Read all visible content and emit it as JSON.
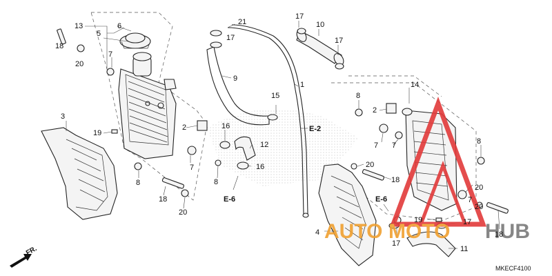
{
  "callouts": {
    "c1": "1",
    "c2a": "2",
    "c2b": "2",
    "c3": "3",
    "c4": "4",
    "c5": "5",
    "c6": "6",
    "c7a": "7",
    "c7b": "7",
    "c7c": "7",
    "c7d": "7",
    "c7e": "7",
    "c8a": "8",
    "c8b": "8",
    "c8c": "8",
    "c8d": "8",
    "c9": "9",
    "c10": "10",
    "c11": "11",
    "c12": "12",
    "c13": "13",
    "c14": "14",
    "c15": "15",
    "c16a": "16",
    "c16b": "16",
    "c17a": "17",
    "c17b": "17",
    "c17c": "17",
    "c17d": "17",
    "c17e": "17",
    "c18a": "18",
    "c18b": "18",
    "c18c": "18",
    "c18d": "18",
    "c19a": "19",
    "c19b": "19",
    "c20a": "20",
    "c20b": "20",
    "c20c": "20",
    "c20d": "20",
    "c20e": "20",
    "c21": "21"
  },
  "section_refs": {
    "e2": "E-2",
    "e6a": "E-6",
    "e6b": "E-6"
  },
  "direction_label": "FR.",
  "diagram_code": "MKECF4100",
  "watermark": {
    "part1": "AUTO",
    "part2": "MOTO",
    "part3": "HUB",
    "color_orange": "#f0a030",
    "color_gray": "#7a7a7a",
    "color_red": "#e23a3a"
  }
}
